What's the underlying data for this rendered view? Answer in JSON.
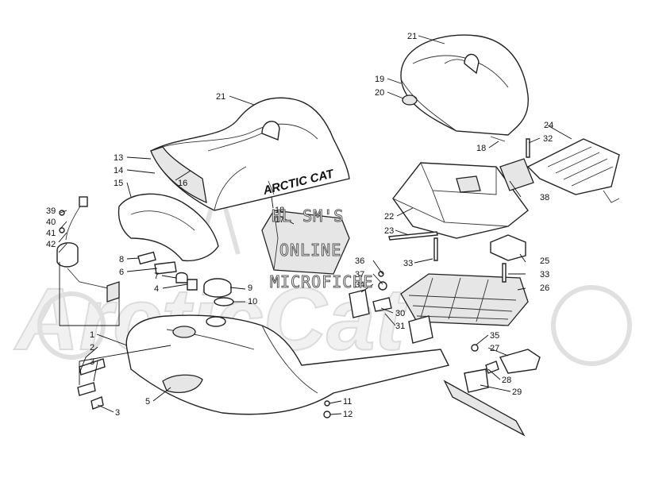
{
  "diagram": {
    "brand_label": "ARCTIC CAT",
    "watermark": {
      "background_text": "ArcticCat",
      "line1": "HL SM'S",
      "line2": "ONLINE",
      "line3": "MICROFICHE"
    },
    "callouts": {
      "c1": "1",
      "c2": "2",
      "c3a": "3",
      "c3b": "3",
      "c4": "4",
      "c5": "5",
      "c6": "6",
      "c7": "7",
      "c8": "8",
      "c9": "9",
      "c10": "10",
      "c11": "11",
      "c12": "12",
      "c13": "13",
      "c14": "14",
      "c15": "15",
      "c16": "16",
      "c17": "17",
      "c18a": "18",
      "c18b": "18",
      "c19": "19",
      "c20": "20",
      "c21a": "21",
      "c21b": "21",
      "c22": "22",
      "c23": "23",
      "c24": "24",
      "c25": "25",
      "c26": "26",
      "c27": "27",
      "c28": "28",
      "c29": "29",
      "c30": "30",
      "c31": "31",
      "c32": "32",
      "c33a": "33",
      "c33b": "33",
      "c34": "34",
      "c35": "35",
      "c36": "36",
      "c37": "37",
      "c38": "38",
      "c39": "39",
      "c40": "40",
      "c41": "41",
      "c42": "42"
    }
  }
}
